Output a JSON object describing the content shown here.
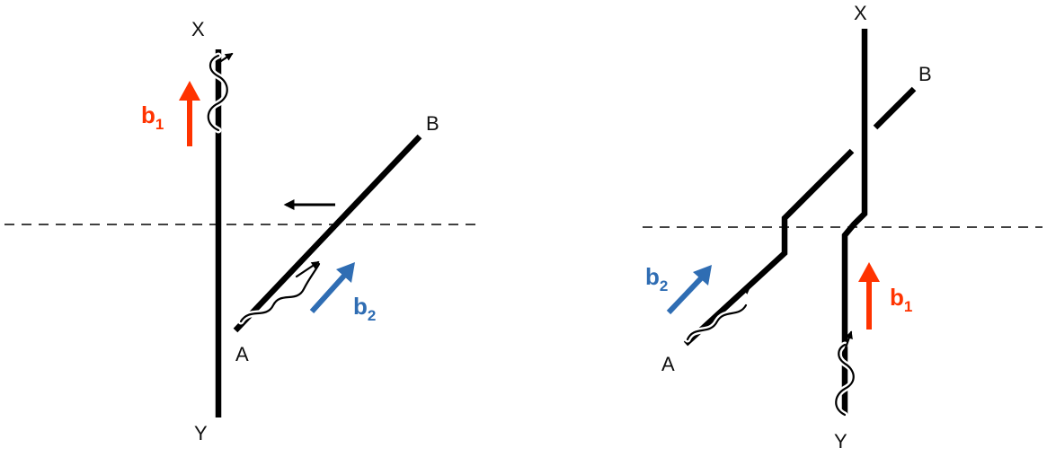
{
  "colors": {
    "b1": "#ff3300",
    "b2": "#2f6db3",
    "line": "#000000"
  },
  "left_panel": {
    "label_x": "X",
    "label_y": "Y",
    "label_a": "A",
    "label_b": "B",
    "b1": {
      "main": "b",
      "sub": "1"
    },
    "b2": {
      "main": "b",
      "sub": "2"
    }
  },
  "right_panel": {
    "label_x": "X",
    "label_y": "Y",
    "label_a": "A",
    "label_b": "B",
    "b1": {
      "main": "b",
      "sub": "1"
    },
    "b2": {
      "main": "b",
      "sub": "2"
    }
  }
}
